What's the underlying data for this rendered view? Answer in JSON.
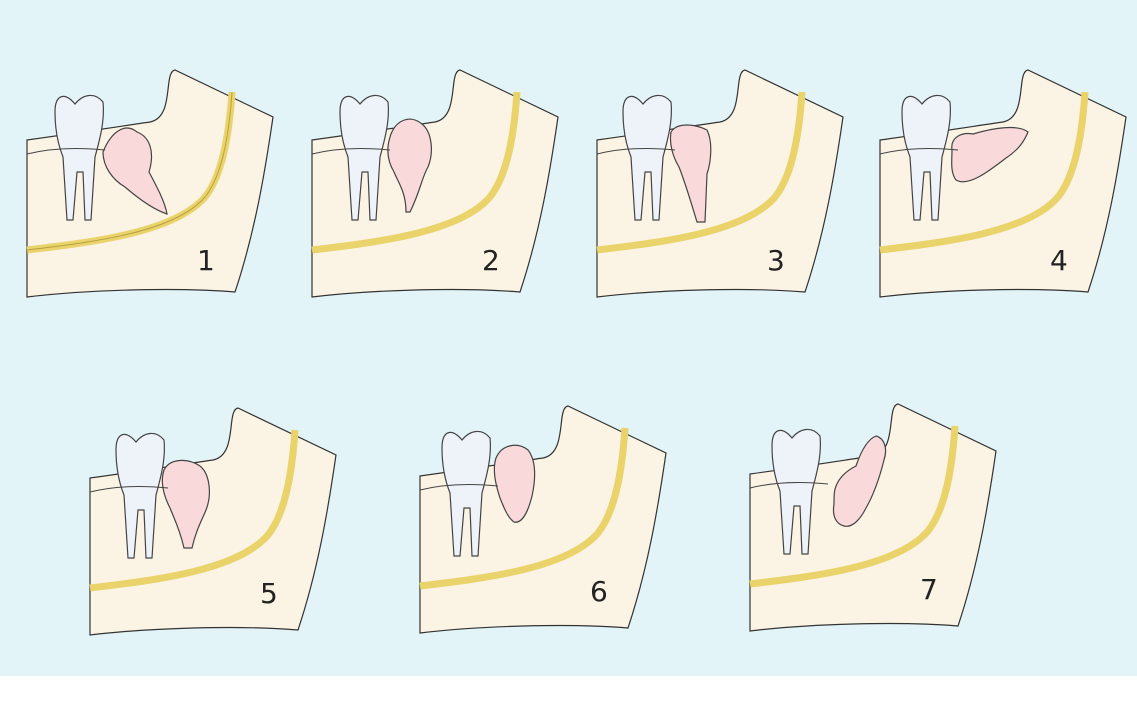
{
  "figure": {
    "background_color": "#e3f4f8",
    "gum_color": "#fbf3e3",
    "canal_color": "#e9d36a",
    "molar_color": "#eef3fa",
    "wisdom_tooth_color": "#f9d9d9",
    "panels": [
      {
        "label": "1",
        "wisdom_tooth_icon": "mesioangular-impacted-tooth"
      },
      {
        "label": "2",
        "wisdom_tooth_icon": "mesioangular-impacted-tooth"
      },
      {
        "label": "3",
        "wisdom_tooth_icon": "vertical-impacted-tooth"
      },
      {
        "label": "4",
        "wisdom_tooth_icon": "horizontal-impacted-tooth"
      },
      {
        "label": "5",
        "wisdom_tooth_icon": "vertical-impacted-tooth"
      },
      {
        "label": "6",
        "wisdom_tooth_icon": "distoangular-impacted-tooth"
      },
      {
        "label": "7",
        "wisdom_tooth_icon": "inverted-impacted-tooth"
      }
    ]
  }
}
